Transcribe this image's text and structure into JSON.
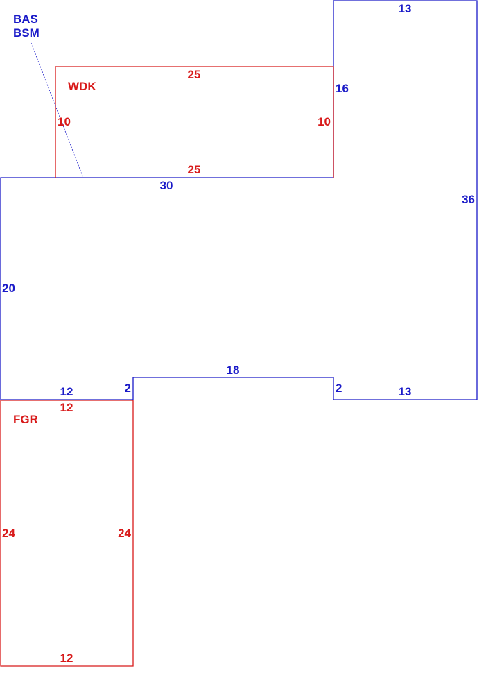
{
  "colors": {
    "living_area": "#1a1ac8",
    "attachments": "#d81a1a",
    "background": "#ffffff"
  },
  "areas": {
    "main": {
      "codes": [
        "BAS",
        "BSM"
      ]
    },
    "deck": {
      "code": "WDK"
    },
    "garage": {
      "code": "FGR"
    }
  },
  "dimensions": {
    "main": {
      "top_right_width": "13",
      "upper_step_height": "16",
      "right_height": "36",
      "mid_width": "30",
      "left_height": "20",
      "bottom_left_width": "12",
      "notch_left": "2",
      "notch_width": "18",
      "notch_right": "2",
      "bottom_right_width": "13"
    },
    "deck": {
      "top": "25",
      "left": "10",
      "right": "10",
      "bottom": "25"
    },
    "garage": {
      "top": "12",
      "left": "24",
      "right": "24",
      "bottom": "12"
    }
  }
}
